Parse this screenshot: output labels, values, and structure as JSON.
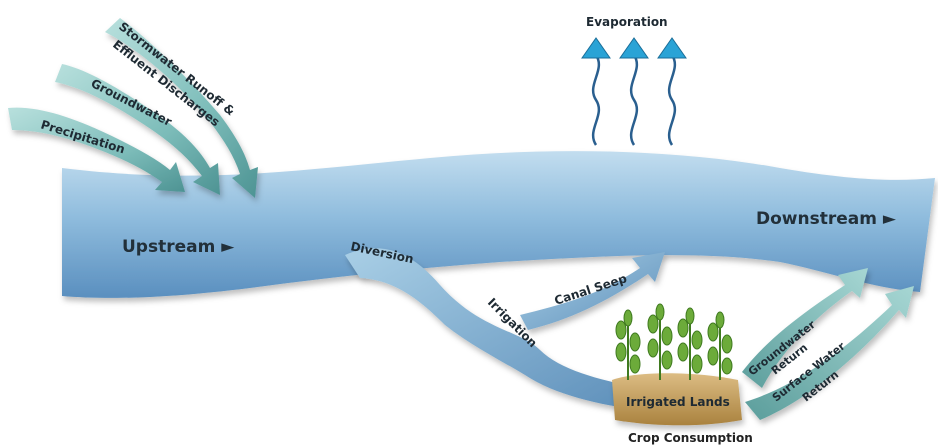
{
  "labels": {
    "stormwater_line1": "Stormwater Runoff &",
    "stormwater_line2": "Effluent Discharges",
    "groundwater": "Groundwater",
    "precipitation": "Precipitation",
    "evaporation": "Evaporation",
    "upstream": "Upstream ►",
    "downstream": "Downstream ►",
    "diversion": "Diversion",
    "irrigation": "Irrigation",
    "canal_seep": "Canal Seep",
    "irrigated_lands": "Irrigated Lands",
    "crop_consumption": "Crop Consumption",
    "groundwater_return_line1": "Groundwater",
    "groundwater_return_line2": "Return",
    "surface_water_return_line1": "Surface Water",
    "surface_water_return_line2": "Return"
  },
  "colors": {
    "river_light": "#a9cfe6",
    "river_mid": "#7fb2d6",
    "river_dark": "#4f86b6",
    "inflow_light": "#9fd2d0",
    "inflow_dark": "#4f9696",
    "evap_blue": "#2aa3d6",
    "land_tan": "#c9a467",
    "plant_green": "#6cab3a"
  }
}
